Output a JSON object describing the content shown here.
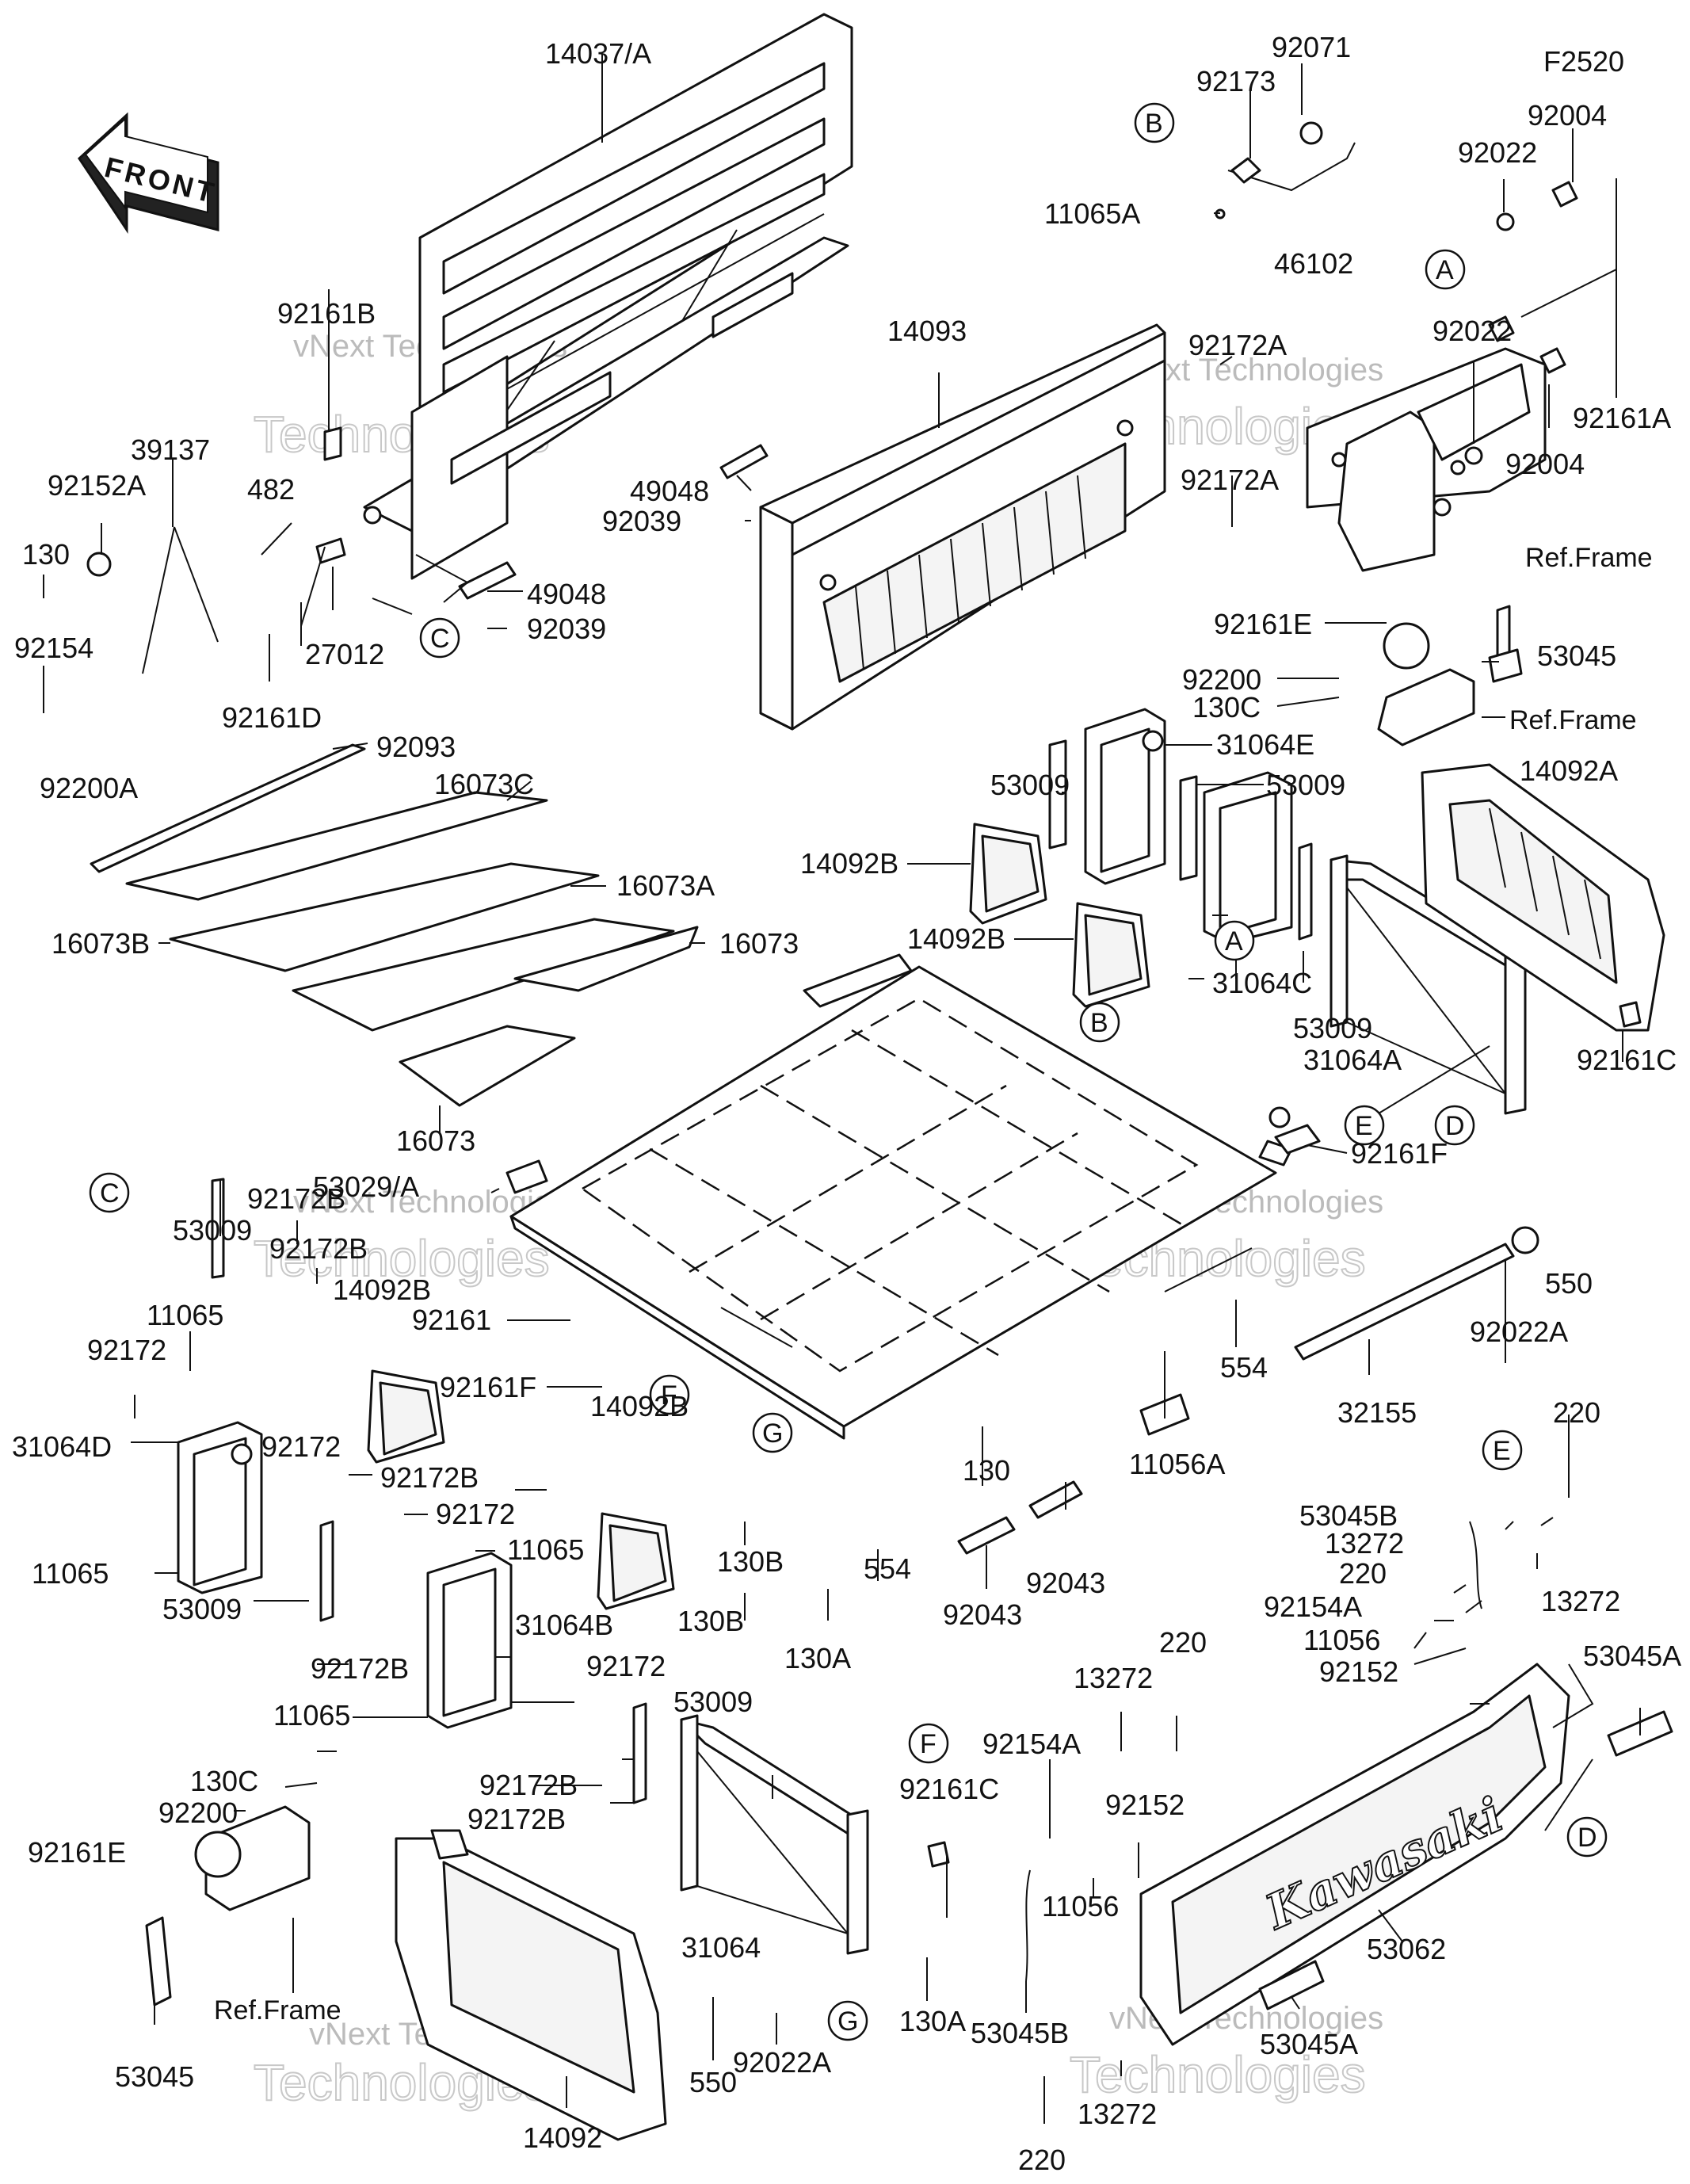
{
  "diagram_code": "F2520",
  "front_arrow": {
    "text": "FRONT"
  },
  "watermark": {
    "line1": "vNext Technologies",
    "line2": "Technologies"
  },
  "callouts": [
    "A",
    "B",
    "C",
    "D",
    "E",
    "F",
    "G"
  ],
  "parts": {
    "p14037A": "14037/A",
    "p92161B": "92161B",
    "p39137": "39137",
    "p92152A": "92152A",
    "p482": "482",
    "p130": "130",
    "p27012": "27012",
    "p92154": "92154",
    "p92161D": "92161D",
    "p92200A": "92200A",
    "p49048a": "49048",
    "p92039a": "92039",
    "p49048b": "49048",
    "p92039b": "92039",
    "p92093": "92093",
    "p16073C": "16073C",
    "p16073A": "16073A",
    "p16073B": "16073B",
    "p16073a": "16073",
    "p16073b": "16073",
    "p92071": "92071",
    "p92173": "92173",
    "p11065A": "11065A",
    "p46102": "46102",
    "p92004a": "92004",
    "p92022a": "92022",
    "p92022b": "92022",
    "p92004b": "92004",
    "p92161A": "92161A",
    "p14093": "14093",
    "p92172Aa": "92172A",
    "p92172Ab": "92172A",
    "p92161E": "92161E",
    "p92200a": "92200",
    "p130Ca": "130C",
    "p53045a": "53045",
    "p31064E": "31064E",
    "p53009a": "53009",
    "p53009b": "53009",
    "p14092A": "14092A",
    "p14092Ba": "14092B",
    "p14092Bb": "14092B",
    "p31064C": "31064C",
    "p53009c": "53009",
    "p31064A": "31064A",
    "p92161Ca": "92161C",
    "p92161F": "92161F",
    "p92172Ba": "92172B",
    "p53009d": "53009",
    "p53029A": "53029/A",
    "p92172Bb": "92172B",
    "p14092Bc": "14092B",
    "p92161": "92161",
    "p11065a": "11065",
    "p92172a": "92172",
    "p92161Fb": "92161F",
    "p14092Bd": "14092B",
    "p550a": "550",
    "p92022A": "92022A",
    "p554a": "554",
    "p32155": "32155",
    "p31064D": "31064D",
    "p92172b": "92172",
    "p92172Bc": "92172B",
    "p92172c": "92172",
    "p11065b": "11065",
    "p11065c": "11065",
    "p53009e": "53009",
    "p92172Bd": "92172B",
    "p31064B": "31064B",
    "p92172d": "92172",
    "p11065d": "11065",
    "p130B": "130B",
    "p130Bb": "130B",
    "p554b": "554",
    "p130b": "130",
    "p92043a": "92043",
    "p92043b": "92043",
    "p11056A": "11056A",
    "p220a": "220",
    "p53045B": "53045B",
    "p13272a": "13272",
    "p220b": "220",
    "p13272b": "13272",
    "p92154A": "92154A",
    "p11056a": "11056",
    "p92152a": "92152",
    "p53045A": "53045A",
    "p13272c": "13272",
    "p220c": "220",
    "p53009f": "53009",
    "p130A": "130A",
    "p92161Cb": "92161C",
    "p92154Ab": "92154A",
    "p92152b": "92152",
    "p92172Be": "92172B",
    "p92172Bf": "92172B",
    "p130Cb": "130C",
    "p92200b": "92200",
    "p92161Eb": "92161E",
    "p31064": "31064",
    "p11056b": "11056",
    "p53062": "53062",
    "p53045b": "53045",
    "p14092": "14092",
    "p550b": "550",
    "p92022Ab": "92022A",
    "p130Ab": "130A",
    "p53045Bb": "53045B",
    "p53045Ab": "53045A",
    "p13272d": "13272",
    "p220d": "220"
  },
  "refs": {
    "ref1": "Ref.Frame",
    "ref2": "Ref.Frame",
    "ref3": "Ref.Frame"
  },
  "brand": "Kawasaki"
}
